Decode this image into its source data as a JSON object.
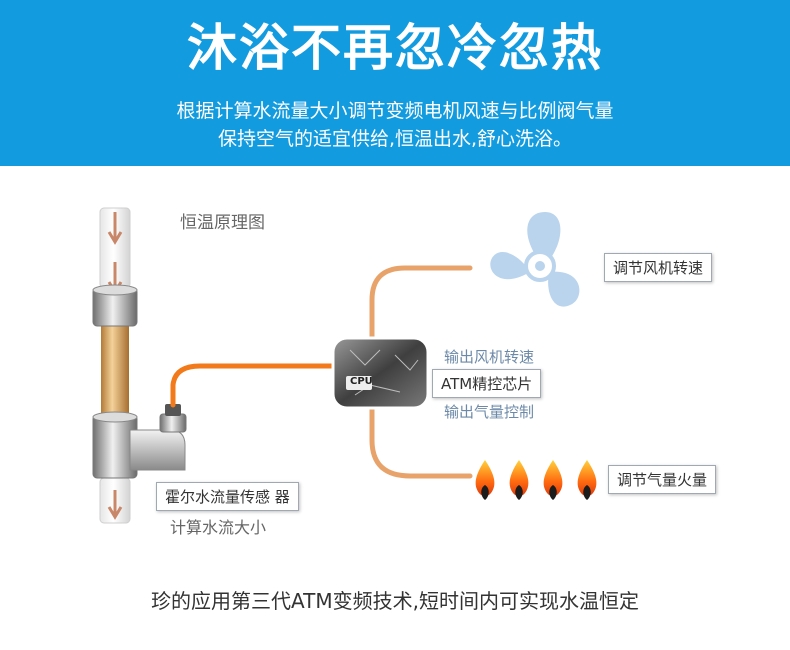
{
  "header": {
    "title": "沐浴不再忽冷忽热",
    "subtitle_line1": "根据计算水流量大小调节变频电机风速与比例阀气量",
    "subtitle_line2": "保持空气的适宜供给,恒温出水,舒心洗浴。"
  },
  "diagram": {
    "title": "恒温原理图",
    "sensor_label": "霍尔水流量传感 器",
    "sensor_caption": "计算水流大小",
    "cpu_text": "CPU",
    "chip_label": "ATM精控芯片",
    "output_fan": "输出风机转速",
    "output_gas": "输出气量控制",
    "fan_label": "调节风机转速",
    "fire_label": "调节气量火量",
    "icons": [
      "fan-icon",
      "flame-icon"
    ]
  },
  "footer": {
    "text": "珍的应用第三代ATM变频技术,短时间内可实现水温恒定"
  },
  "colors": {
    "banner": "#139be0",
    "wire": "#f27a1a",
    "fan": "#b9d4ec"
  }
}
